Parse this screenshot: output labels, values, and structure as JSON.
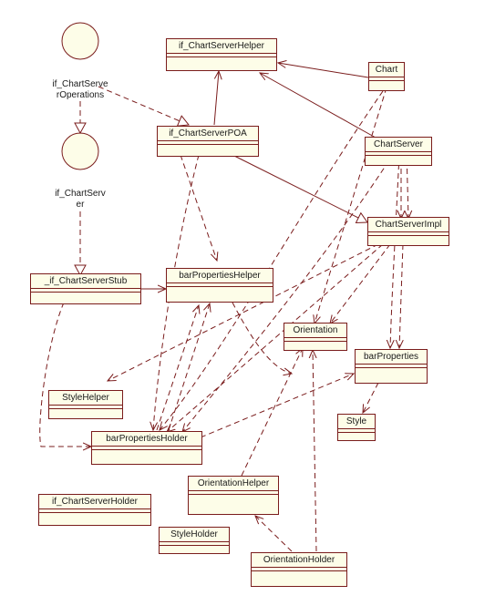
{
  "interfaces": {
    "ops": {
      "label_line1": "if_ChartServe",
      "label_line2": "rOperations"
    },
    "server": {
      "label_line1": "if_ChartServ",
      "label_line2": "er"
    }
  },
  "classes": {
    "if_chart_server_helper": "if_ChartServerHelper",
    "chart": "Chart",
    "if_chart_server_poa": "if_ChartServerPOA",
    "chart_server": "ChartServer",
    "chart_server_impl": "ChartServerImpl",
    "if_chart_server_stub": "_if_ChartServerStub",
    "bar_properties_helper": "barPropertiesHelper",
    "orientation": "Orientation",
    "bar_properties": "barProperties",
    "style_helper": "StyleHelper",
    "style": "Style",
    "bar_properties_holder": "barPropertiesHolder",
    "orientation_helper": "OrientationHelper",
    "if_chart_server_holder": "if_ChartServerHolder",
    "style_holder": "StyleHolder",
    "orientation_holder": "OrientationHolder"
  },
  "colors": {
    "stroke": "#7a1c1c",
    "fill": "#fdfde8"
  }
}
